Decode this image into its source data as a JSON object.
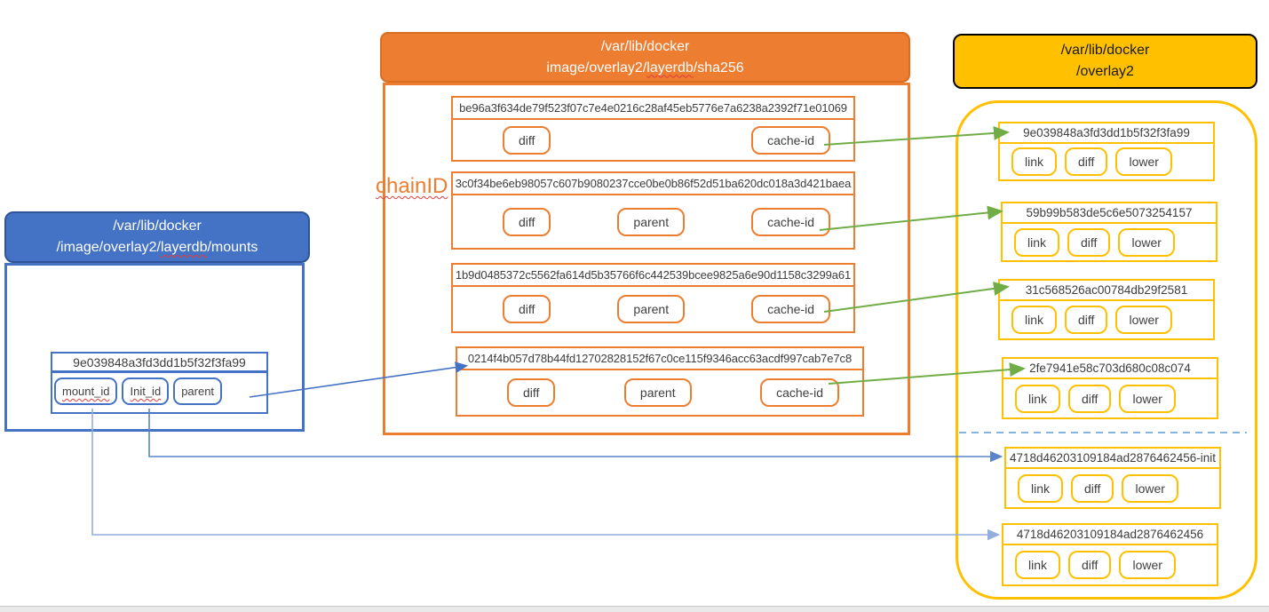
{
  "mounts": {
    "header": {
      "line1": "/var/lib/docker",
      "line2_pre": "/image/overlay2/",
      "line2_wavy": "layerdb",
      "line2_post": "/mounts"
    },
    "entry": {
      "hash": "9e039848a3fd3dd1b5f32f3fa99",
      "keys": [
        "mount_id",
        "Init_id",
        "parent"
      ]
    }
  },
  "sha256": {
    "header": {
      "line1": "/var/lib/docker",
      "line2_pre": "image/overlay2/",
      "line2_wavy": "layerdb",
      "line2_post": "/sha256"
    },
    "chain_label": "chainID",
    "rows": [
      {
        "hash": "be96a3f634de79f523f07c7e4e0216c28af45eb5776e7a6238a2392f71e01069",
        "keys": [
          "diff",
          "cache-id"
        ]
      },
      {
        "hash": "3c0f34be6eb98057c607b9080237cce0be0b86f52d51ba620dc018a3d421baea",
        "keys": [
          "diff",
          "parent",
          "cache-id"
        ]
      },
      {
        "hash": "1b9d0485372c5562fa614d5b35766f6c442539bcee9825a6e90d1158c3299a61",
        "keys": [
          "diff",
          "parent",
          "cache-id"
        ]
      },
      {
        "hash": "0214f4b057d78b44fd12702828152f67c0ce115f9346acc63acdf997cab7e7c8",
        "keys": [
          "diff",
          "parent",
          "cache-id"
        ]
      }
    ]
  },
  "overlay2": {
    "header": {
      "line1": "/var/lib/docker",
      "line2": "/overlay2"
    },
    "key_labels": [
      "link",
      "diff",
      "lower"
    ],
    "entries": [
      {
        "hash": "9e039848a3fd3dd1b5f32f3fa99"
      },
      {
        "hash": "59b99b583de5c6e5073254157"
      },
      {
        "hash": "31c568526ac00784db29f2581"
      },
      {
        "hash": "2fe7941e58c703d680c08c074"
      },
      {
        "hash": "4718d46203109184ad2876462456-init"
      },
      {
        "hash": "4718d46203109184ad2876462456"
      }
    ]
  },
  "colors": {
    "blue": "#4472C4",
    "orange": "#ED7D31",
    "yellow": "#FFC000",
    "green_arrow": "#70AD47",
    "blue_arrow": "#4472C4",
    "light_blue_line": "#93AEDC",
    "dashed_line": "#5B9BD5"
  }
}
